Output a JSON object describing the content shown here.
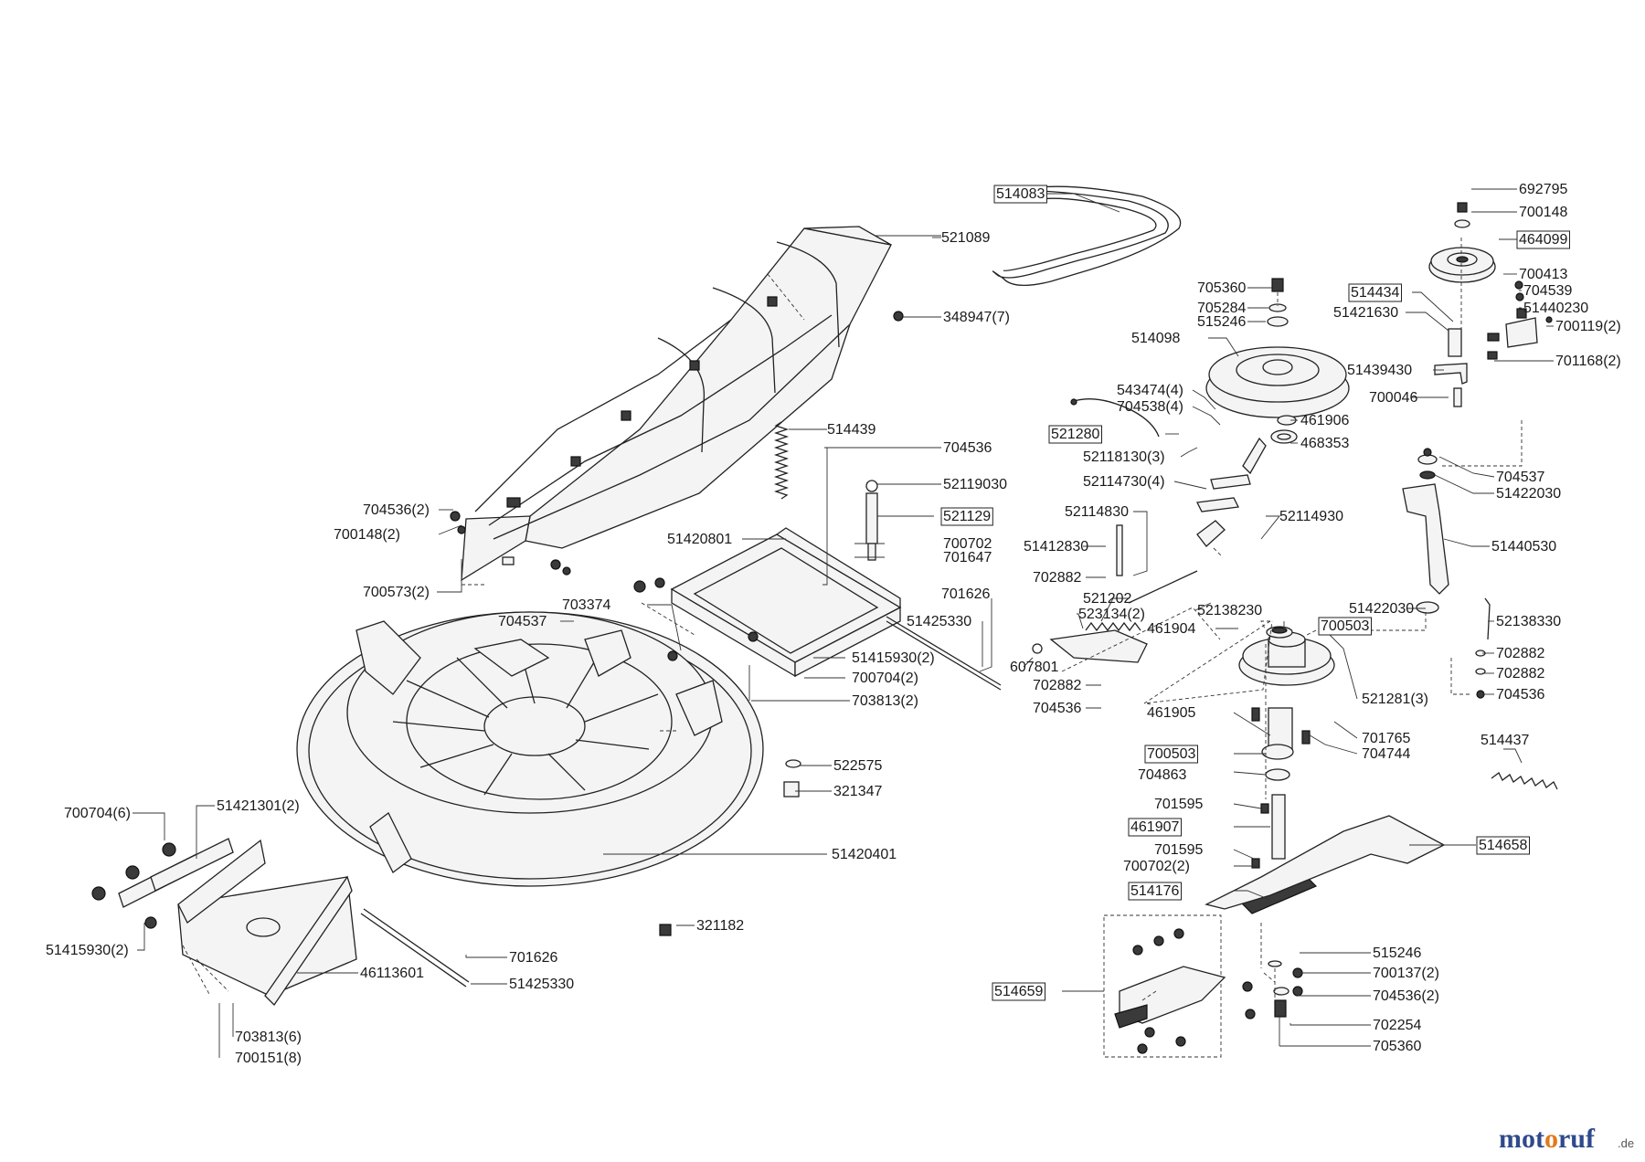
{
  "brand": {
    "name_pre": "mot",
    "name_o": "o",
    "name_post": "ruf",
    "tld": ".de"
  },
  "labels": [
    {
      "text": "514083",
      "boxed": true
    },
    {
      "text": "521089",
      "boxed": false
    },
    {
      "text": "348947(7)",
      "boxed": false
    },
    {
      "text": "514439",
      "boxed": false
    },
    {
      "text": "704536",
      "boxed": false
    },
    {
      "text": "52119030",
      "boxed": false
    },
    {
      "text": "521129",
      "boxed": true
    },
    {
      "text": "704536(2)",
      "boxed": false
    },
    {
      "text": "700148(2)",
      "boxed": false
    },
    {
      "text": "700573(2)",
      "boxed": false
    },
    {
      "text": "51420801",
      "boxed": false
    },
    {
      "text": "700702",
      "boxed": false
    },
    {
      "text": "701647",
      "boxed": false
    },
    {
      "text": "703374",
      "boxed": false
    },
    {
      "text": "704537",
      "boxed": false
    },
    {
      "text": "701626",
      "boxed": false
    },
    {
      "text": "51425330",
      "boxed": false
    },
    {
      "text": "51415930(2)",
      "boxed": false
    },
    {
      "text": "700704(2)",
      "boxed": false
    },
    {
      "text": "703813(2)",
      "boxed": false
    },
    {
      "text": "522575",
      "boxed": false
    },
    {
      "text": "321347",
      "boxed": false
    },
    {
      "text": "700704(6)",
      "boxed": false
    },
    {
      "text": "51421301(2)",
      "boxed": false
    },
    {
      "text": "51420401",
      "boxed": false
    },
    {
      "text": "51415930(2)",
      "boxed": false
    },
    {
      "text": "321182",
      "boxed": false
    },
    {
      "text": "701626",
      "boxed": false
    },
    {
      "text": "46113601",
      "boxed": false
    },
    {
      "text": "51425330",
      "boxed": false
    },
    {
      "text": "703813(6)",
      "boxed": false
    },
    {
      "text": "700151(8)",
      "boxed": false
    },
    {
      "text": "705360",
      "boxed": false
    },
    {
      "text": "705284",
      "boxed": false
    },
    {
      "text": "515246",
      "boxed": false
    },
    {
      "text": "514098",
      "boxed": false
    },
    {
      "text": "543474(4)",
      "boxed": false
    },
    {
      "text": "704538(4)",
      "boxed": false
    },
    {
      "text": "521280",
      "boxed": true
    },
    {
      "text": "461906",
      "boxed": false
    },
    {
      "text": "468353",
      "boxed": false
    },
    {
      "text": "52118130(3)",
      "boxed": false
    },
    {
      "text": "52114730(4)",
      "boxed": false
    },
    {
      "text": "52114830",
      "boxed": false
    },
    {
      "text": "52114930",
      "boxed": false
    },
    {
      "text": "51412830",
      "boxed": false
    },
    {
      "text": "702882",
      "boxed": false
    },
    {
      "text": "521202",
      "boxed": false
    },
    {
      "text": "523134(2)",
      "boxed": false
    },
    {
      "text": "52138230",
      "boxed": false
    },
    {
      "text": "607801",
      "boxed": false
    },
    {
      "text": "702882",
      "boxed": false
    },
    {
      "text": "704536",
      "boxed": false
    },
    {
      "text": "700503",
      "boxed": true
    },
    {
      "text": "461904",
      "boxed": false
    },
    {
      "text": "521281(3)",
      "boxed": false
    },
    {
      "text": "461905",
      "boxed": false
    },
    {
      "text": "701765",
      "boxed": false
    },
    {
      "text": "700503",
      "boxed": true
    },
    {
      "text": "704744",
      "boxed": false
    },
    {
      "text": "704863",
      "boxed": false
    },
    {
      "text": "701595",
      "boxed": false
    },
    {
      "text": "461907",
      "boxed": true
    },
    {
      "text": "701595",
      "boxed": false
    },
    {
      "text": "700702(2)",
      "boxed": false
    },
    {
      "text": "514176",
      "boxed": true
    },
    {
      "text": "514658",
      "boxed": true
    },
    {
      "text": "514659",
      "boxed": true
    },
    {
      "text": "515246",
      "boxed": false
    },
    {
      "text": "700137(2)",
      "boxed": false
    },
    {
      "text": "704536(2)",
      "boxed": false
    },
    {
      "text": "702254",
      "boxed": false
    },
    {
      "text": "705360",
      "boxed": false
    },
    {
      "text": "692795",
      "boxed": false
    },
    {
      "text": "700148",
      "boxed": false
    },
    {
      "text": "464099",
      "boxed": true
    },
    {
      "text": "514434",
      "boxed": true
    },
    {
      "text": "700413",
      "boxed": false
    },
    {
      "text": "704539",
      "boxed": false
    },
    {
      "text": "51421630",
      "boxed": false
    },
    {
      "text": "51440230",
      "boxed": false
    },
    {
      "text": "700119(2)",
      "boxed": false
    },
    {
      "text": "51439430",
      "boxed": false
    },
    {
      "text": "701168(2)",
      "boxed": false
    },
    {
      "text": "700046",
      "boxed": false
    },
    {
      "text": "704537",
      "boxed": false
    },
    {
      "text": "51422030",
      "boxed": false
    },
    {
      "text": "51440530",
      "boxed": false
    },
    {
      "text": "51422030",
      "boxed": false
    },
    {
      "text": "52138330",
      "boxed": false
    },
    {
      "text": "702882",
      "boxed": false
    },
    {
      "text": "702882",
      "boxed": false
    },
    {
      "text": "704536",
      "boxed": false
    },
    {
      "text": "514437",
      "boxed": false
    }
  ]
}
